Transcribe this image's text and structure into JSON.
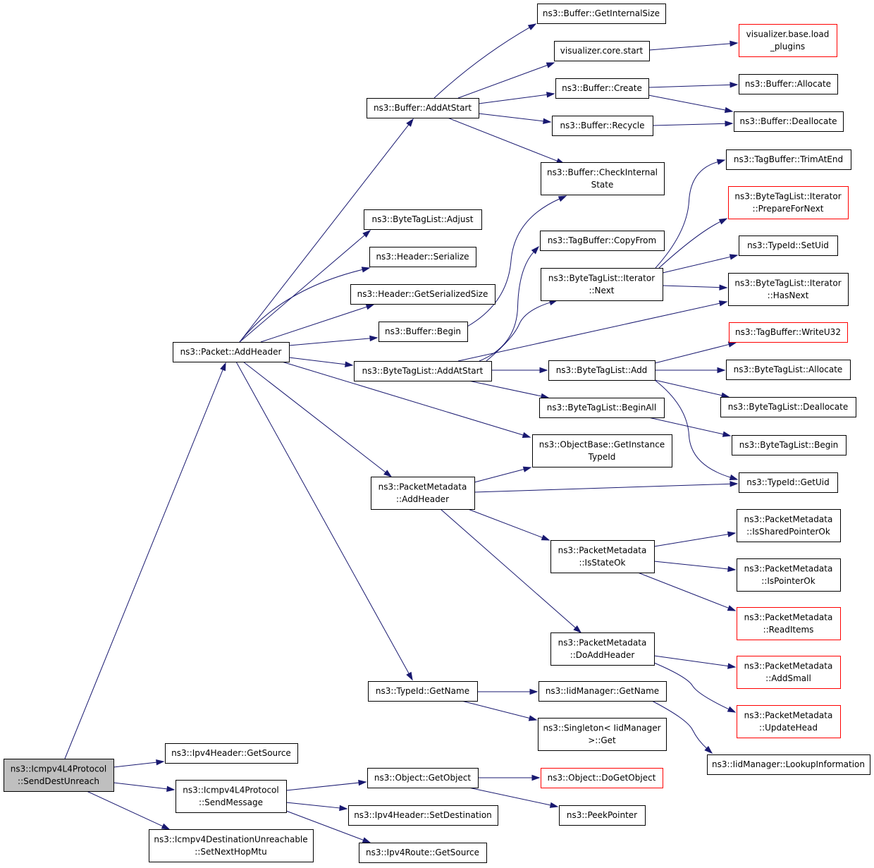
{
  "diagram": {
    "colors": {
      "edge": "#191970",
      "box_border": "#000000",
      "undocumented_border": "#ff0000",
      "root_fill": "#bfbfbf",
      "background": "#ffffff"
    },
    "nodes": [
      {
        "id": "root",
        "lines": [
          "ns3::Icmpv4L4Protocol",
          "::SendDestUnreach"
        ],
        "style": "root"
      },
      {
        "id": "addheader",
        "lines": [
          "ns3::Packet::AddHeader"
        ],
        "style": "normal"
      },
      {
        "id": "ipv4getsrc",
        "lines": [
          "ns3::Ipv4Header::GetSource"
        ],
        "style": "normal"
      },
      {
        "id": "sendmsg",
        "lines": [
          "ns3::Icmpv4L4Protocol",
          "::SendMessage"
        ],
        "style": "normal"
      },
      {
        "id": "setnexthop",
        "lines": [
          "ns3::Icmpv4DestinationUnreachable",
          "::SetNextHopMtu"
        ],
        "style": "normal"
      },
      {
        "id": "bufaddatstart",
        "lines": [
          "ns3::Buffer::AddAtStart"
        ],
        "style": "normal"
      },
      {
        "id": "btladjust",
        "lines": [
          "ns3::ByteTagList::Adjust"
        ],
        "style": "normal"
      },
      {
        "id": "hdrserialize",
        "lines": [
          "ns3::Header::Serialize"
        ],
        "style": "normal"
      },
      {
        "id": "hdrgetsize",
        "lines": [
          "ns3::Header::GetSerializedSize"
        ],
        "style": "normal"
      },
      {
        "id": "bufbegin",
        "lines": [
          "ns3::Buffer::Begin"
        ],
        "style": "normal"
      },
      {
        "id": "btladdatstart",
        "lines": [
          "ns3::ByteTagList::AddAtStart"
        ],
        "style": "normal"
      },
      {
        "id": "pmaddheader",
        "lines": [
          "ns3::PacketMetadata",
          "::AddHeader"
        ],
        "style": "normal"
      },
      {
        "id": "typeidgetname",
        "lines": [
          "ns3::TypeId::GetName"
        ],
        "style": "normal"
      },
      {
        "id": "objgetobject",
        "lines": [
          "ns3::Object::GetObject"
        ],
        "style": "normal"
      },
      {
        "id": "ipv4setdest",
        "lines": [
          "ns3::Ipv4Header::SetDestination"
        ],
        "style": "normal"
      },
      {
        "id": "ipv4routegetsrc",
        "lines": [
          "ns3::Ipv4Route::GetSource"
        ],
        "style": "normal"
      },
      {
        "id": "bufgetinternalsize",
        "lines": [
          "ns3::Buffer::GetInternalSize"
        ],
        "style": "normal"
      },
      {
        "id": "viscorestart",
        "lines": [
          "visualizer.core.start"
        ],
        "style": "normal"
      },
      {
        "id": "bufcreate",
        "lines": [
          "ns3::Buffer::Create"
        ],
        "style": "normal"
      },
      {
        "id": "bufrecycle",
        "lines": [
          "ns3::Buffer::Recycle"
        ],
        "style": "normal"
      },
      {
        "id": "bufcheckinternal",
        "lines": [
          "ns3::Buffer::CheckInternal",
          "State"
        ],
        "style": "normal"
      },
      {
        "id": "tagbufcopyfrom",
        "lines": [
          "ns3::TagBuffer::CopyFrom"
        ],
        "style": "normal"
      },
      {
        "id": "btliternext",
        "lines": [
          "ns3::ByteTagList::Iterator",
          "::Next"
        ],
        "style": "normal"
      },
      {
        "id": "btladd",
        "lines": [
          "ns3::ByteTagList::Add"
        ],
        "style": "normal"
      },
      {
        "id": "btlbeginall",
        "lines": [
          "ns3::ByteTagList::BeginAll"
        ],
        "style": "normal"
      },
      {
        "id": "objbasegetinst",
        "lines": [
          "ns3::ObjectBase::GetInstance",
          "TypeId"
        ],
        "style": "normal"
      },
      {
        "id": "pmisstateok",
        "lines": [
          "ns3::PacketMetadata",
          "::IsStateOk"
        ],
        "style": "normal"
      },
      {
        "id": "pmdoaddheader",
        "lines": [
          "ns3::PacketMetadata",
          "::DoAddHeader"
        ],
        "style": "normal"
      },
      {
        "id": "iidgetname",
        "lines": [
          "ns3::IidManager::GetName"
        ],
        "style": "normal"
      },
      {
        "id": "singletonget",
        "lines": [
          "ns3::Singleton< IidManager",
          " >::Get"
        ],
        "style": "normal"
      },
      {
        "id": "objdogetobject",
        "lines": [
          "ns3::Object::DoGetObject"
        ],
        "style": "red"
      },
      {
        "id": "peekpointer",
        "lines": [
          "ns3::PeekPointer"
        ],
        "style": "normal"
      },
      {
        "id": "visloadplugins",
        "lines": [
          "visualizer.base.load",
          "_plugins"
        ],
        "style": "red"
      },
      {
        "id": "bufallocate",
        "lines": [
          "ns3::Buffer::Allocate"
        ],
        "style": "normal"
      },
      {
        "id": "bufdeallocate",
        "lines": [
          "ns3::Buffer::Deallocate"
        ],
        "style": "normal"
      },
      {
        "id": "tagbuftrim",
        "lines": [
          "ns3::TagBuffer::TrimAtEnd"
        ],
        "style": "normal"
      },
      {
        "id": "btlprepare",
        "lines": [
          "ns3::ByteTagList::Iterator",
          "::PrepareForNext"
        ],
        "style": "red"
      },
      {
        "id": "typeidsetuid",
        "lines": [
          "ns3::TypeId::SetUid"
        ],
        "style": "normal"
      },
      {
        "id": "btlhasnext",
        "lines": [
          "ns3::ByteTagList::Iterator",
          "::HasNext"
        ],
        "style": "normal"
      },
      {
        "id": "tagbufwrite",
        "lines": [
          "ns3::TagBuffer::WriteU32"
        ],
        "style": "red"
      },
      {
        "id": "btlallocate",
        "lines": [
          "ns3::ByteTagList::Allocate"
        ],
        "style": "normal"
      },
      {
        "id": "btldeallocate",
        "lines": [
          "ns3::ByteTagList::Deallocate"
        ],
        "style": "normal"
      },
      {
        "id": "btlbegin",
        "lines": [
          "ns3::ByteTagList::Begin"
        ],
        "style": "normal"
      },
      {
        "id": "typeidgetuid",
        "lines": [
          "ns3::TypeId::GetUid"
        ],
        "style": "normal"
      },
      {
        "id": "pmissharedptr",
        "lines": [
          "ns3::PacketMetadata",
          "::IsSharedPointerOk"
        ],
        "style": "normal"
      },
      {
        "id": "pmisptr",
        "lines": [
          "ns3::PacketMetadata",
          "::IsPointerOk"
        ],
        "style": "normal"
      },
      {
        "id": "pmreaditems",
        "lines": [
          "ns3::PacketMetadata",
          "::ReadItems"
        ],
        "style": "red"
      },
      {
        "id": "pmaddsmall",
        "lines": [
          "ns3::PacketMetadata",
          "::AddSmall"
        ],
        "style": "red"
      },
      {
        "id": "pmupdatehead",
        "lines": [
          "ns3::PacketMetadata",
          "::UpdateHead"
        ],
        "style": "red"
      },
      {
        "id": "iidlookup",
        "lines": [
          "ns3::IidManager::LookupInformation"
        ],
        "style": "normal"
      }
    ],
    "edges": [
      {
        "from": "root",
        "to": "addheader"
      },
      {
        "from": "root",
        "to": "ipv4getsrc"
      },
      {
        "from": "root",
        "to": "sendmsg"
      },
      {
        "from": "root",
        "to": "setnexthop"
      },
      {
        "from": "addheader",
        "to": "bufaddatstart"
      },
      {
        "from": "addheader",
        "to": "btladjust"
      },
      {
        "from": "addheader",
        "to": "hdrserialize"
      },
      {
        "from": "addheader",
        "to": "hdrgetsize"
      },
      {
        "from": "addheader",
        "to": "bufbegin"
      },
      {
        "from": "addheader",
        "to": "btladdatstart"
      },
      {
        "from": "addheader",
        "to": "objbasegetinst"
      },
      {
        "from": "addheader",
        "to": "pmaddheader"
      },
      {
        "from": "addheader",
        "to": "typeidgetname"
      },
      {
        "from": "bufaddatstart",
        "to": "bufgetinternalsize"
      },
      {
        "from": "bufaddatstart",
        "to": "viscorestart"
      },
      {
        "from": "bufaddatstart",
        "to": "bufcreate"
      },
      {
        "from": "bufaddatstart",
        "to": "bufrecycle"
      },
      {
        "from": "bufaddatstart",
        "to": "bufcheckinternal"
      },
      {
        "from": "viscorestart",
        "to": "visloadplugins"
      },
      {
        "from": "bufcreate",
        "to": "bufallocate"
      },
      {
        "from": "bufcreate",
        "to": "bufdeallocate"
      },
      {
        "from": "bufrecycle",
        "to": "bufdeallocate"
      },
      {
        "from": "bufbegin",
        "to": "bufcheckinternal"
      },
      {
        "from": "btladdatstart",
        "to": "tagbufcopyfrom"
      },
      {
        "from": "btladdatstart",
        "to": "btliternext"
      },
      {
        "from": "btladdatstart",
        "to": "btlhasnext"
      },
      {
        "from": "btladdatstart",
        "to": "btladd"
      },
      {
        "from": "btladdatstart",
        "to": "btlbeginall"
      },
      {
        "from": "btliternext",
        "to": "tagbuftrim"
      },
      {
        "from": "btliternext",
        "to": "btlprepare"
      },
      {
        "from": "btliternext",
        "to": "typeidsetuid"
      },
      {
        "from": "btliternext",
        "to": "btlhasnext"
      },
      {
        "from": "btladd",
        "to": "tagbufwrite"
      },
      {
        "from": "btladd",
        "to": "btlallocate"
      },
      {
        "from": "btladd",
        "to": "btldeallocate"
      },
      {
        "from": "btladd",
        "to": "typeidgetuid"
      },
      {
        "from": "btlbeginall",
        "to": "btlbegin"
      },
      {
        "from": "pmaddheader",
        "to": "objbasegetinst"
      },
      {
        "from": "pmaddheader",
        "to": "typeidgetuid"
      },
      {
        "from": "pmaddheader",
        "to": "pmisstateok"
      },
      {
        "from": "pmaddheader",
        "to": "pmdoaddheader"
      },
      {
        "from": "pmisstateok",
        "to": "pmissharedptr"
      },
      {
        "from": "pmisstateok",
        "to": "pmisptr"
      },
      {
        "from": "pmisstateok",
        "to": "pmreaditems"
      },
      {
        "from": "pmdoaddheader",
        "to": "pmaddsmall"
      },
      {
        "from": "pmdoaddheader",
        "to": "pmupdatehead"
      },
      {
        "from": "typeidgetname",
        "to": "iidgetname"
      },
      {
        "from": "typeidgetname",
        "to": "singletonget"
      },
      {
        "from": "iidgetname",
        "to": "iidlookup"
      },
      {
        "from": "sendmsg",
        "to": "objgetobject"
      },
      {
        "from": "sendmsg",
        "to": "ipv4setdest"
      },
      {
        "from": "sendmsg",
        "to": "ipv4routegetsrc"
      },
      {
        "from": "objgetobject",
        "to": "objdogetobject"
      },
      {
        "from": "objgetobject",
        "to": "peekpointer"
      }
    ]
  }
}
